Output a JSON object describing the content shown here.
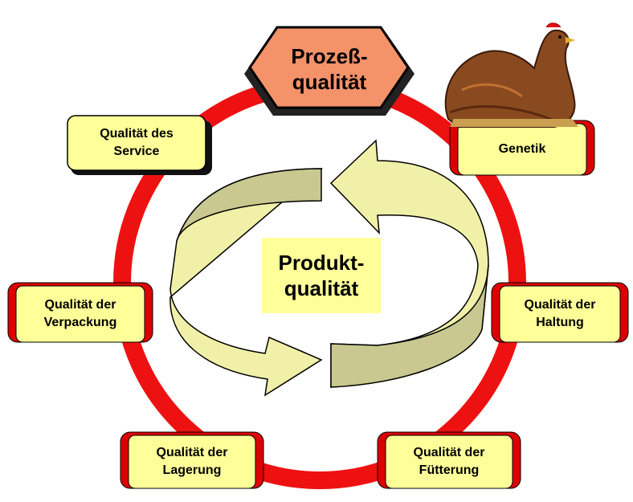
{
  "diagram": {
    "center_label": "Produkt-\nqualität",
    "top_label": "Prozeß-\nqualität",
    "nodes": {
      "service": "Qualität des\nService",
      "genetik": "Genetik",
      "verpackung": "Qualität der\nVerpackung",
      "haltung": "Qualität der\nHaltung",
      "lagerung": "Qualität der\nLagerung",
      "fuetterung": "Qualität der\nFütterung"
    },
    "colors": {
      "ring": "#ee1111",
      "node_fill": "#ffff99",
      "node_side": "#dd0000",
      "hexagon": "#f4926a",
      "arrow_fill": "#f0f0a8",
      "arrow_shade": "#c8c890",
      "hen_body": "#8a4a20"
    },
    "illustration": "hen-icon"
  }
}
